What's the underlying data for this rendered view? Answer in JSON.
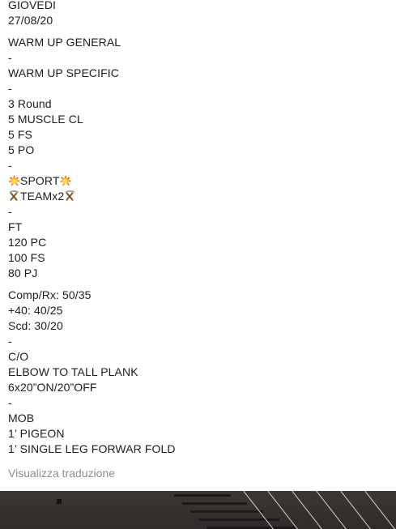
{
  "post": {
    "lines": [
      "GIOVEDI",
      "27/08/20",
      "WARM UP GENERAL",
      "-",
      "WARM UP SPECIFIC",
      "-",
      "3 Round",
      "5 MUSCLE CL",
      "5 FS",
      "5 PO",
      "-",
      "SPORT",
      "TEAMx2",
      "-",
      "FT",
      "120 PC",
      "100 FS",
      "80 PJ",
      "Comp/Rx: 50/35",
      "+40: 40/25",
      "Scd: 30/20",
      "-",
      "C/O",
      "ELBOW TO TALL PLANK",
      "6x20”ON/20”OFF",
      "-",
      "MOB",
      "1’ PIGEON",
      "1’ SINGLE LEG FORWAR FOLD"
    ],
    "icons": {
      "sport": "collision-icon",
      "team": "hammer-and-pick-icon"
    }
  },
  "translation_link": "Visualizza traduzione"
}
